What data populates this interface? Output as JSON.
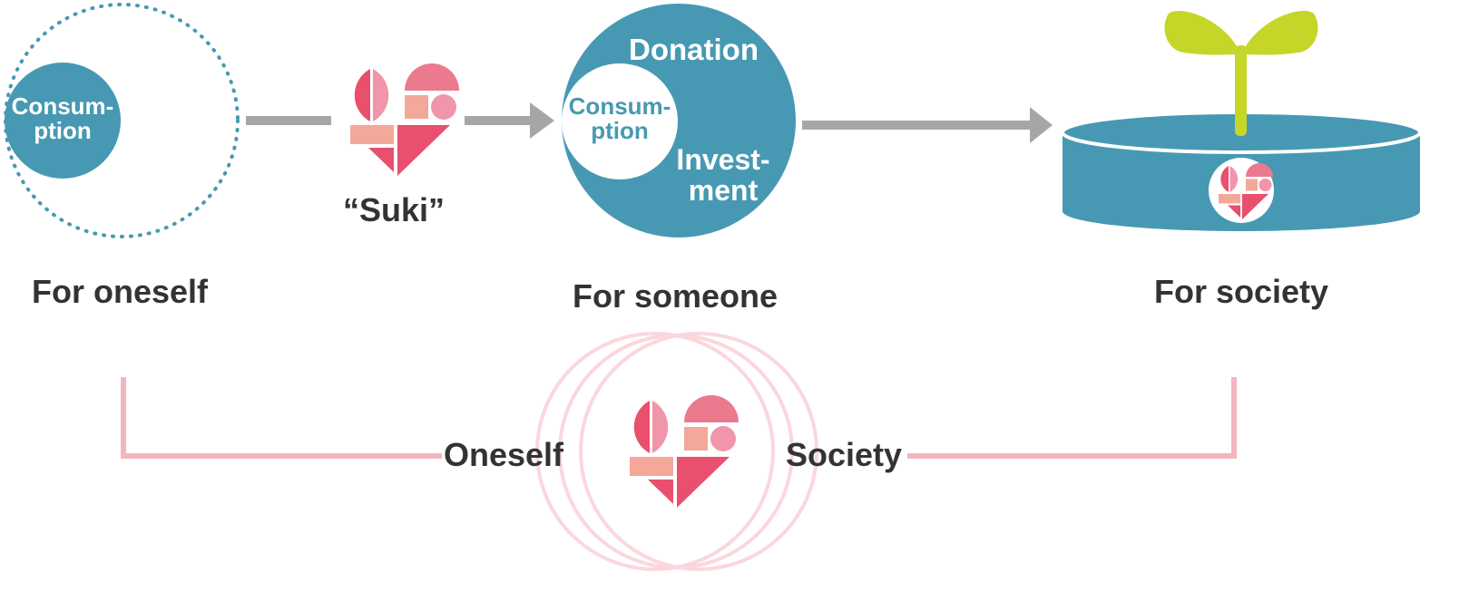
{
  "colors": {
    "teal": "#4799b3",
    "gray_arrow": "#a6a6a6",
    "pink_line": "#f3b6c0",
    "pink_ring": "#fbd7dd",
    "sprout": "#c5d629",
    "heart_dark": "#e8506e",
    "heart_mid": "#ec7a8f",
    "heart_light": "#f195aa",
    "heart_peach": "#f4a899",
    "text": "#333333"
  },
  "stage_oneself": {
    "inner_label_line1": "Consum-",
    "inner_label_line2": "ption",
    "caption": "For oneself"
  },
  "suki": {
    "label": "“Suki”",
    "icon": "heart-logo-icon"
  },
  "stage_someone": {
    "donation": "Donation",
    "consumption_line1": "Consum-",
    "consumption_line2": "ption",
    "investment_line1": "Invest-",
    "investment_line2": "ment",
    "caption": "For someone"
  },
  "stage_society": {
    "icon": "sprout-pot-icon",
    "caption": "For society"
  },
  "bottom": {
    "left_label": "Oneself",
    "right_label": "Society",
    "icon": "heart-logo-icon"
  }
}
